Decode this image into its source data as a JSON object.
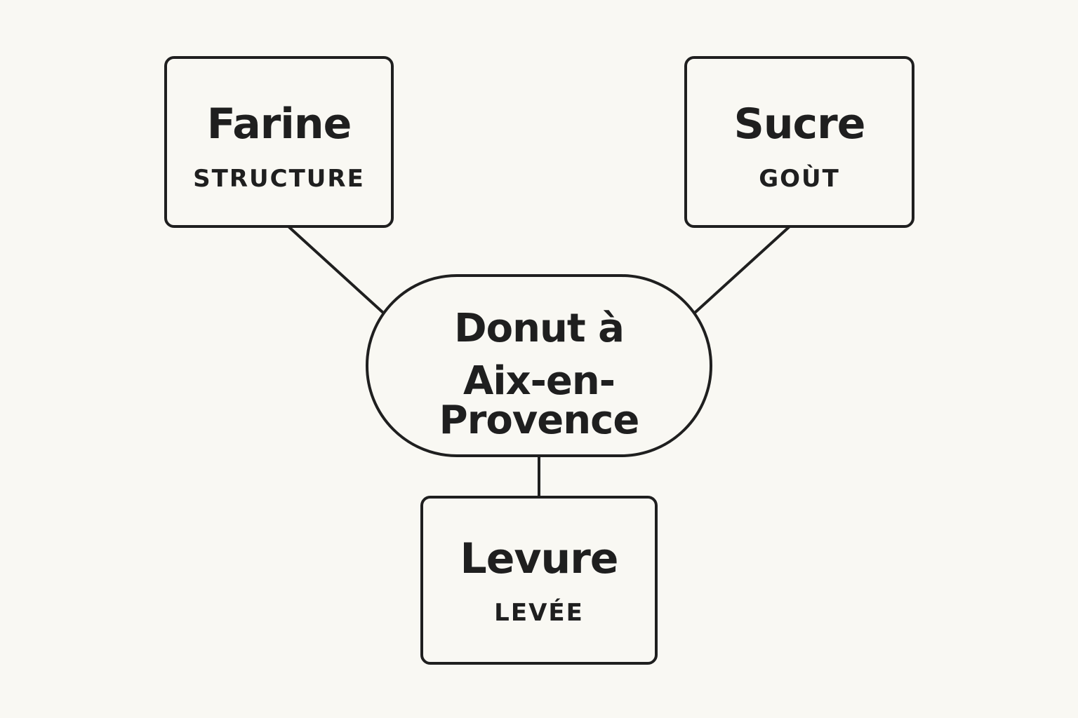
{
  "center": {
    "line1": "Donut à",
    "line2": "Aix-en-Provence"
  },
  "nodes": [
    {
      "title": "Farine",
      "subtitle": "STRUCTURE"
    },
    {
      "title": "Sucre",
      "subtitle": "GOÙT"
    },
    {
      "title": "Levure",
      "subtitle": "LEVÉE"
    }
  ],
  "colors": {
    "background": "#f9f8f3",
    "stroke": "#1f1f1f"
  }
}
